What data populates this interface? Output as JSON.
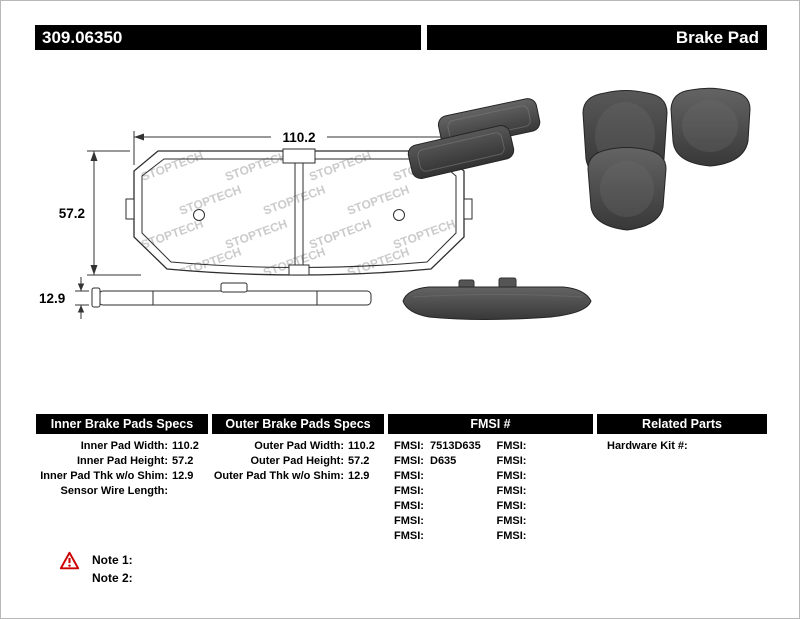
{
  "header": {
    "part_number": "309.06350",
    "product_type": "Brake Pad"
  },
  "drawing": {
    "watermark": "STOPTECH",
    "dimensions": {
      "width": "110.2",
      "height": "57.2",
      "thickness": "12.9"
    }
  },
  "tables": {
    "inner": {
      "title": "Inner Brake Pads Specs",
      "rows": [
        {
          "label": "Inner Pad Width:",
          "value": "110.2"
        },
        {
          "label": "Inner Pad Height:",
          "value": "57.2"
        },
        {
          "label": "Inner Pad Thk w/o Shim:",
          "value": "12.9"
        },
        {
          "label": "Sensor Wire Length:",
          "value": ""
        }
      ]
    },
    "outer": {
      "title": "Outer Brake Pads Specs",
      "rows": [
        {
          "label": "Outer Pad Width:",
          "value": "110.2"
        },
        {
          "label": "Outer Pad Height:",
          "value": "57.2"
        },
        {
          "label": "Outer Pad Thk w/o Shim:",
          "value": "12.9"
        }
      ]
    },
    "fmsi": {
      "title": "FMSI #",
      "col1": [
        {
          "label": "FMSI:",
          "value": "7513D635"
        },
        {
          "label": "FMSI:",
          "value": "D635"
        },
        {
          "label": "FMSI:",
          "value": ""
        },
        {
          "label": "FMSI:",
          "value": ""
        },
        {
          "label": "FMSI:",
          "value": ""
        },
        {
          "label": "FMSI:",
          "value": ""
        },
        {
          "label": "FMSI:",
          "value": ""
        }
      ],
      "col2": [
        {
          "label": "FMSI:",
          "value": ""
        },
        {
          "label": "FMSI:",
          "value": ""
        },
        {
          "label": "FMSI:",
          "value": ""
        },
        {
          "label": "FMSI:",
          "value": ""
        },
        {
          "label": "FMSI:",
          "value": ""
        },
        {
          "label": "FMSI:",
          "value": ""
        },
        {
          "label": "FMSI:",
          "value": ""
        }
      ]
    },
    "related": {
      "title": "Related Parts",
      "rows": [
        {
          "label": "Hardware Kit #:",
          "value": ""
        }
      ]
    }
  },
  "notes": {
    "items": [
      "Note 1:",
      "Note 2:"
    ]
  }
}
